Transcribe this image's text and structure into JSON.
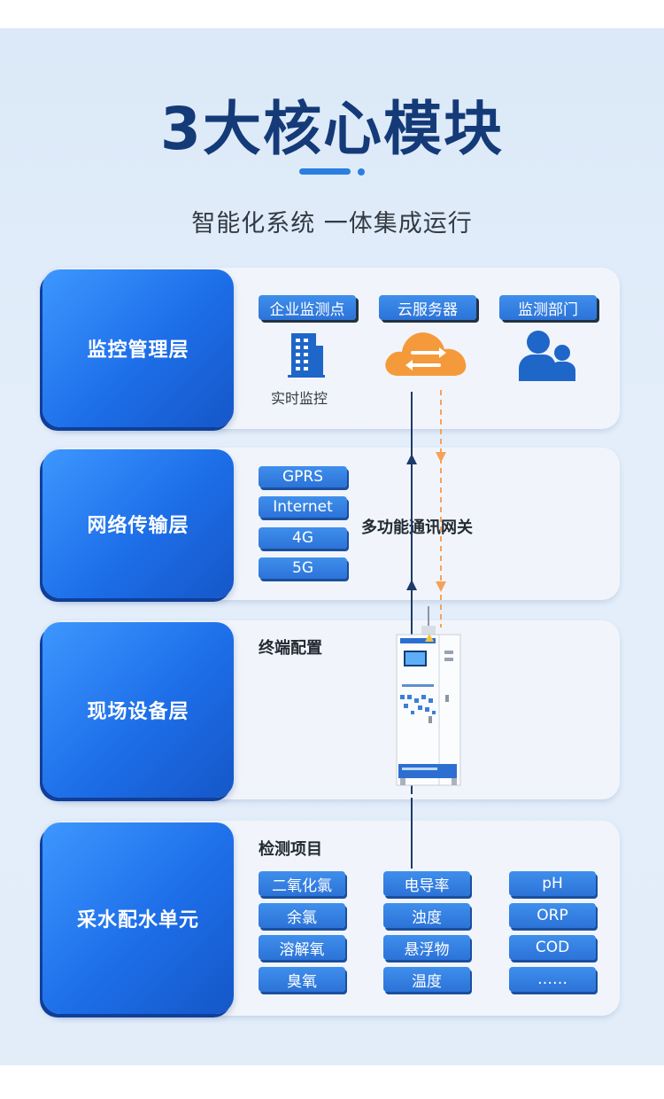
{
  "title": "3大核心模块",
  "subtitle": "智能化系统  一体集成运行",
  "colors": {
    "primary": "#2a7fe0",
    "title": "#143a78",
    "cloud": "#f59a3b",
    "dashed_arrow": "#f5a25a",
    "solid_arrow": "#1e3a6b"
  },
  "layers": [
    {
      "label": "监控管理层"
    },
    {
      "label": "网络传输层"
    },
    {
      "label": "现场设备层"
    },
    {
      "label": "采水配水单元"
    }
  ],
  "monitoring": {
    "tags": [
      "企业监测点",
      "云服务器",
      "监测部门"
    ],
    "icons": [
      "building-icon",
      "cloud-sync-icon",
      "users-icon"
    ],
    "realtime_label": "实时监控"
  },
  "network": {
    "protocols": [
      "GPRS",
      "Internet",
      "4G",
      "5G"
    ],
    "gateway_label": "多功能通讯网关"
  },
  "field": {
    "section_title": "终端配置",
    "device_icon": "monitoring-cabinet-icon"
  },
  "sampling": {
    "section_title": "检测项目",
    "items": [
      [
        "二氧化氯",
        "电导率",
        "pH"
      ],
      [
        "余氯",
        "浊度",
        "ORP"
      ],
      [
        "溶解氧",
        "悬浮物",
        "COD"
      ],
      [
        "臭氧",
        "温度",
        "……"
      ]
    ]
  }
}
